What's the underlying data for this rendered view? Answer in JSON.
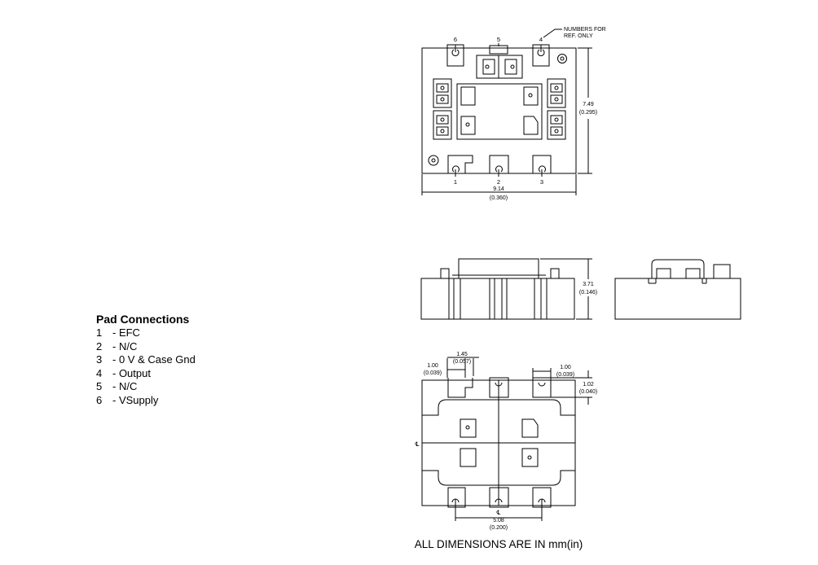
{
  "pad_connections": {
    "title": "Pad Connections",
    "items": [
      {
        "num": "1",
        "label": "- EFC"
      },
      {
        "num": "2",
        "label": "- N/C"
      },
      {
        "num": "3",
        "label": "- 0 V & Case Gnd"
      },
      {
        "num": "4",
        "label": "- Output"
      },
      {
        "num": "5",
        "label": "- N/C"
      },
      {
        "num": "6",
        "label": "- VSupply"
      }
    ]
  },
  "top_view": {
    "pin_numbers_top": [
      "6",
      "5",
      "4"
    ],
    "pin_numbers_bottom": [
      "1",
      "2",
      "3"
    ],
    "note_line1": "NUMBERS FOR",
    "note_line2": "REF. ONLY",
    "width_mm": "9.14",
    "width_in": "(0.360)",
    "height_mm": "7.49",
    "height_in": "(0.295)"
  },
  "side_view": {
    "height_mm": "3.71",
    "height_in": "(0.146)"
  },
  "bottom_view": {
    "pad_w_left_mm": "1.00",
    "pad_w_left_in": "(0.039)",
    "pad_gap_mm": "1.45",
    "pad_gap_in": "(0.057)",
    "pad_w_right_mm": "1.00",
    "pad_w_right_in": "(0.039)",
    "pad_h_mm": "1.02",
    "pad_h_in": "(0.040)",
    "pitch_mm": "5.08",
    "pitch_in": "(0.200)",
    "centerline_symbol": "℄"
  },
  "footer": "ALL DIMENSIONS ARE IN mm(in)"
}
